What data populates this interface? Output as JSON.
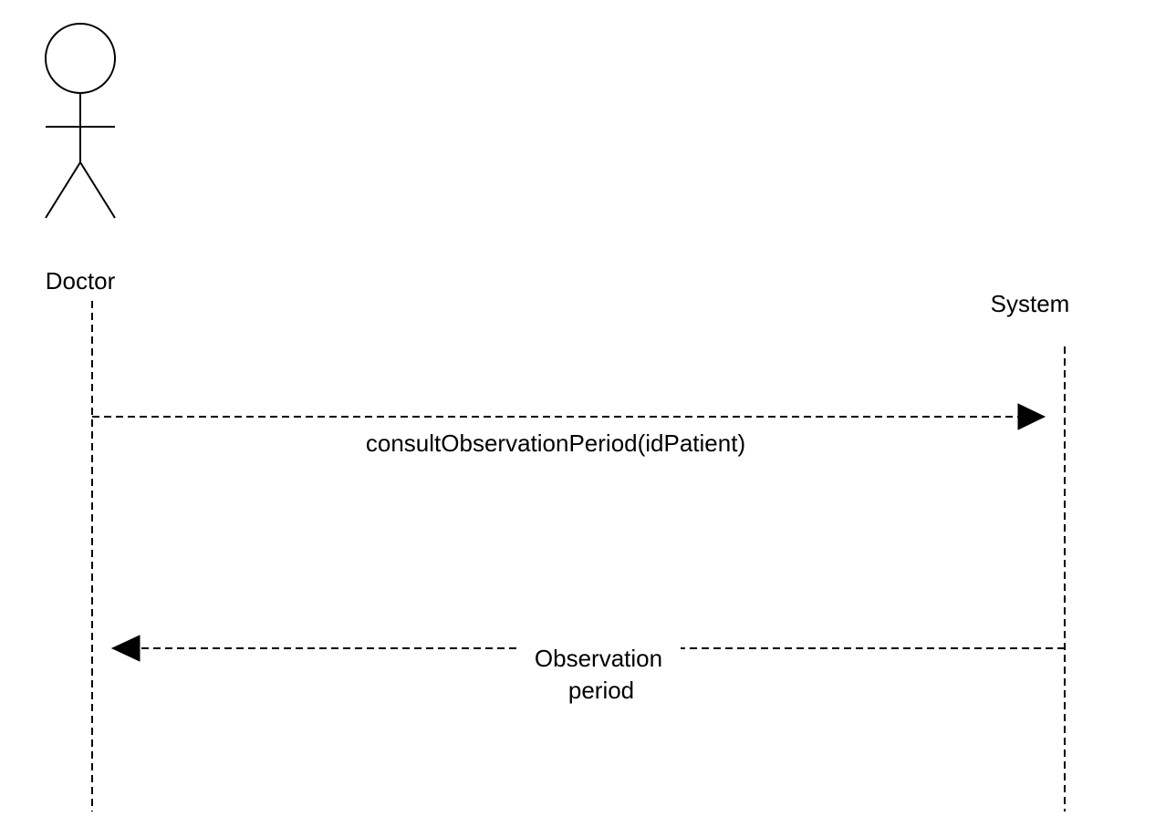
{
  "participants": {
    "actor": {
      "name": "Doctor"
    },
    "system": {
      "name": "System"
    }
  },
  "messages": [
    {
      "label": "consultObservationPeriod(idPatient)",
      "direction": "Doctor to System",
      "style": "dashed"
    },
    {
      "label_line1": "Observation",
      "label_line2": "period",
      "direction": "System to Doctor",
      "style": "dashed"
    }
  ],
  "colors": {
    "stroke": "#000000",
    "background": "#ffffff"
  },
  "icons": {
    "actor": "stick-figure-icon"
  }
}
